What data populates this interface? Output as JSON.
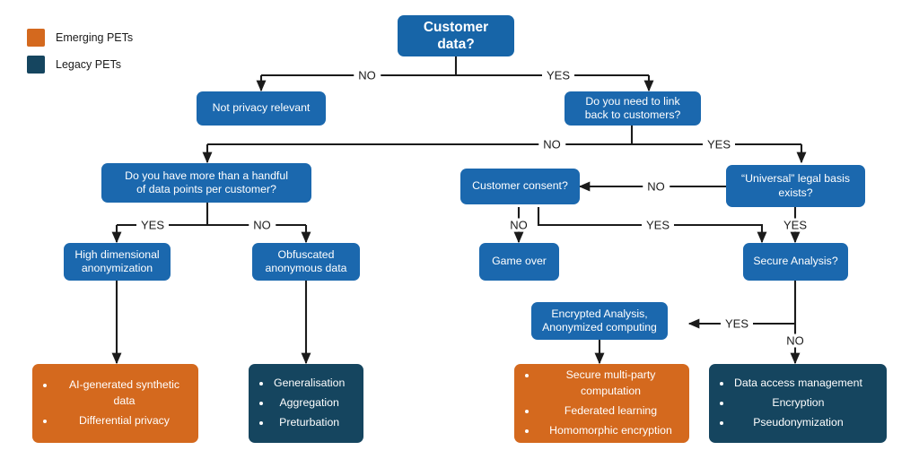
{
  "diagram": {
    "title": "Privacy Enhancing Technologies decision flowchart",
    "colors": {
      "emerging_pets": "#d4691e",
      "legacy_pets": "#15455f",
      "decision_node": "#1b68ae",
      "root_node": "#1765a8",
      "connector": "#1b1b1b",
      "background": "#ffffff"
    }
  },
  "legend": {
    "items": [
      {
        "label": "Emerging PETs",
        "color": "#d4691e",
        "swatch_name": "emerging-pets-swatch"
      },
      {
        "label": "Legacy PETs",
        "color": "#15455f",
        "swatch_name": "legacy-pets-swatch"
      }
    ]
  },
  "nodes": {
    "customer_data": {
      "label": "Customer data?"
    },
    "not_privacy_relevant": {
      "label": "Not privacy relevant"
    },
    "link_back": {
      "line1": "Do you need to link",
      "line2": "back to customers?"
    },
    "handful": {
      "line1": "Do you have more than a handful",
      "line2": "of data points per customer?"
    },
    "customer_consent": {
      "label": "Customer consent?"
    },
    "universal_legal_basis": {
      "line1": "“Universal” legal basis",
      "line2": "exists?"
    },
    "high_dimensional": {
      "line1": "High dimensional",
      "line2": "anonymization"
    },
    "obfuscated": {
      "line1": "Obfuscated",
      "line2": "anonymous data"
    },
    "game_over": {
      "label": "Game over"
    },
    "secure_analysis": {
      "label": "Secure Analysis?"
    },
    "encrypted_analysis": {
      "line1": "Encrypted Analysis,",
      "line2": "Anonymized computing"
    }
  },
  "outcomes": {
    "synthetic": {
      "kind": "emerging",
      "items": [
        "AI-generated synthetic data",
        "Differential privacy"
      ]
    },
    "generalisation": {
      "kind": "legacy",
      "items": [
        "Generalisation",
        "Aggregation",
        "Preturbation"
      ]
    },
    "secure_mpc": {
      "kind": "emerging",
      "items": [
        "Secure multi-party computation",
        "Federated learning",
        "Homomorphic encryption"
      ]
    },
    "data_access": {
      "kind": "legacy",
      "items": [
        "Data access management",
        "Encryption",
        "Pseudonymization"
      ]
    }
  },
  "edge_labels": {
    "root_no": "NO",
    "root_yes": "YES",
    "link_no": "NO",
    "link_yes": "YES",
    "handful_yes": "YES",
    "handful_no": "NO",
    "universal_no": "NO",
    "universal_yes": "YES",
    "consent_no": "NO",
    "consent_yes": "YES",
    "secure_yes": "YES",
    "secure_no": "NO"
  }
}
